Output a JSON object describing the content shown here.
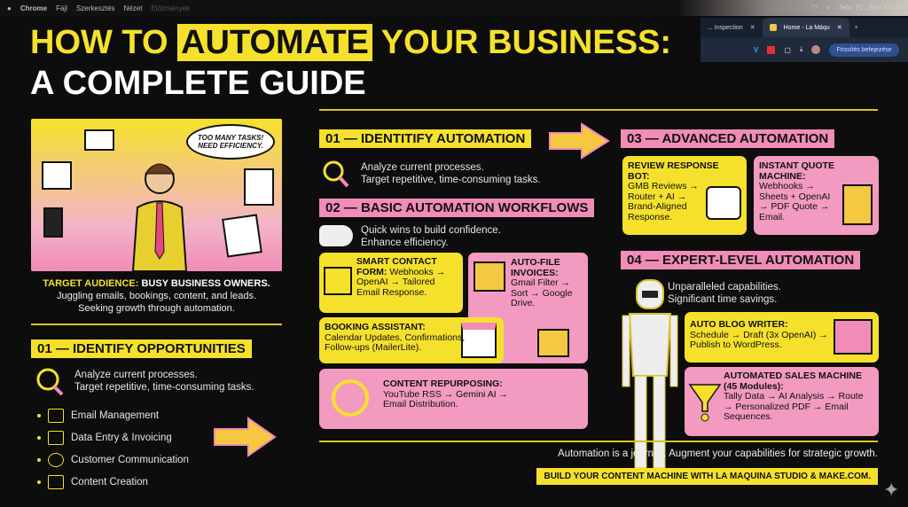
{
  "menubar": {
    "apple": "",
    "app": "Chrome",
    "items": [
      "Fájl",
      "Szerkesztés",
      "Nézet",
      "Előzmények"
    ],
    "clock": "febr. 21., Szo 17:04"
  },
  "browser": {
    "tabs": [
      {
        "label": "... Inspection"
      },
      {
        "label": "Home - La Máqu"
      }
    ],
    "new_tab": "+",
    "profile_button": "Frissítés befejezése"
  },
  "title": {
    "line1_pre": "HOW TO",
    "line1_highlight": "AUTOMATE",
    "line1_post": "YOUR BUSINESS:",
    "line2": "A COMPLETE GUIDE"
  },
  "hero": {
    "bubble": "TOO MANY TASKS! NEED EFFICIENCY."
  },
  "audience": {
    "label": "TARGET AUDIENCE:",
    "value": "BUSY BUSINESS OWNERS.",
    "line2": "Juggling emails, bookings, content, and leads.",
    "line3": "Seeking growth through automation."
  },
  "opportunities": {
    "label": "01 — IDENTIFY OPPORTUNITIES",
    "line1": "Analyze current processes.",
    "line2": "Target repetitive, time-consuming tasks.",
    "items": [
      {
        "label": "Email Management",
        "icon": "envelope-icon"
      },
      {
        "label": "Data Entry & Invoicing",
        "icon": "document-edit-icon"
      },
      {
        "label": "Customer Communication",
        "icon": "chat-bubbles-icon"
      },
      {
        "label": "Content Creation",
        "icon": "pencil-square-icon"
      }
    ]
  },
  "s01": {
    "label": "01 — IDENTITIFY AUTOMATION",
    "line1": "Analyze current processes.",
    "line2": "Target repetitive, time-consuming tasks."
  },
  "s02": {
    "label": "02 — BASIC AUTOMATION WORKFLOWS",
    "line1": "Quick wins to build confidence.",
    "line2": "Enhance efficiency.",
    "cards": [
      {
        "title": "SMART CONTACT FORM:",
        "body": "Webhooks → OpenAI → Tailored Email Response."
      },
      {
        "title": "AUTO-FILE INVOICES:",
        "body": "Gmail Filter → Sort → Google Drive."
      },
      {
        "title": "BOOKING ASSISTANT:",
        "body": "Calendar Updates, Confirmations, Follow-ups (MailerLite)."
      },
      {
        "title": "CONTENT REPURPOSING:",
        "body": "YouTube RSS → Gemini AI → Email Distribution."
      }
    ]
  },
  "s03": {
    "label": "03 — ADVANCED AUTOMATION",
    "cards": [
      {
        "title": "REVIEW RESPONSE BOT:",
        "body": "GMB Reviews → Router + AI → Brand-Aligned Response."
      },
      {
        "title": "INSTANT QUOTE MACHINE:",
        "body": "Webhooks → Sheets + OpenAI → PDF Quote → Email."
      }
    ]
  },
  "s04": {
    "label": "04 — EXPERT-LEVEL AUTOMATION",
    "line1": "Unparalleled capabilities.",
    "line2": "Significant time savings.",
    "cards": [
      {
        "title": "AUTO BLOG WRITER:",
        "body": "Schedule → Draft (3x OpenAI) → Publish to WordPress."
      },
      {
        "title": "AUTOMATED SALES MACHINE (45 Modules):",
        "body": "Tally Data → AI Analysis → Route → Personalized PDF → Email Sequences."
      }
    ]
  },
  "footer": {
    "tagline": "Automation is a journey. Augment your capabilities for strategic growth.",
    "banner": "BUILD YOUR CONTENT MACHINE WITH LA MAQUINA STUDIO & MAKE.COM."
  },
  "colors": {
    "yellow": "#f5e12c",
    "pink": "#f08cb6",
    "background": "#0d0d0d"
  }
}
